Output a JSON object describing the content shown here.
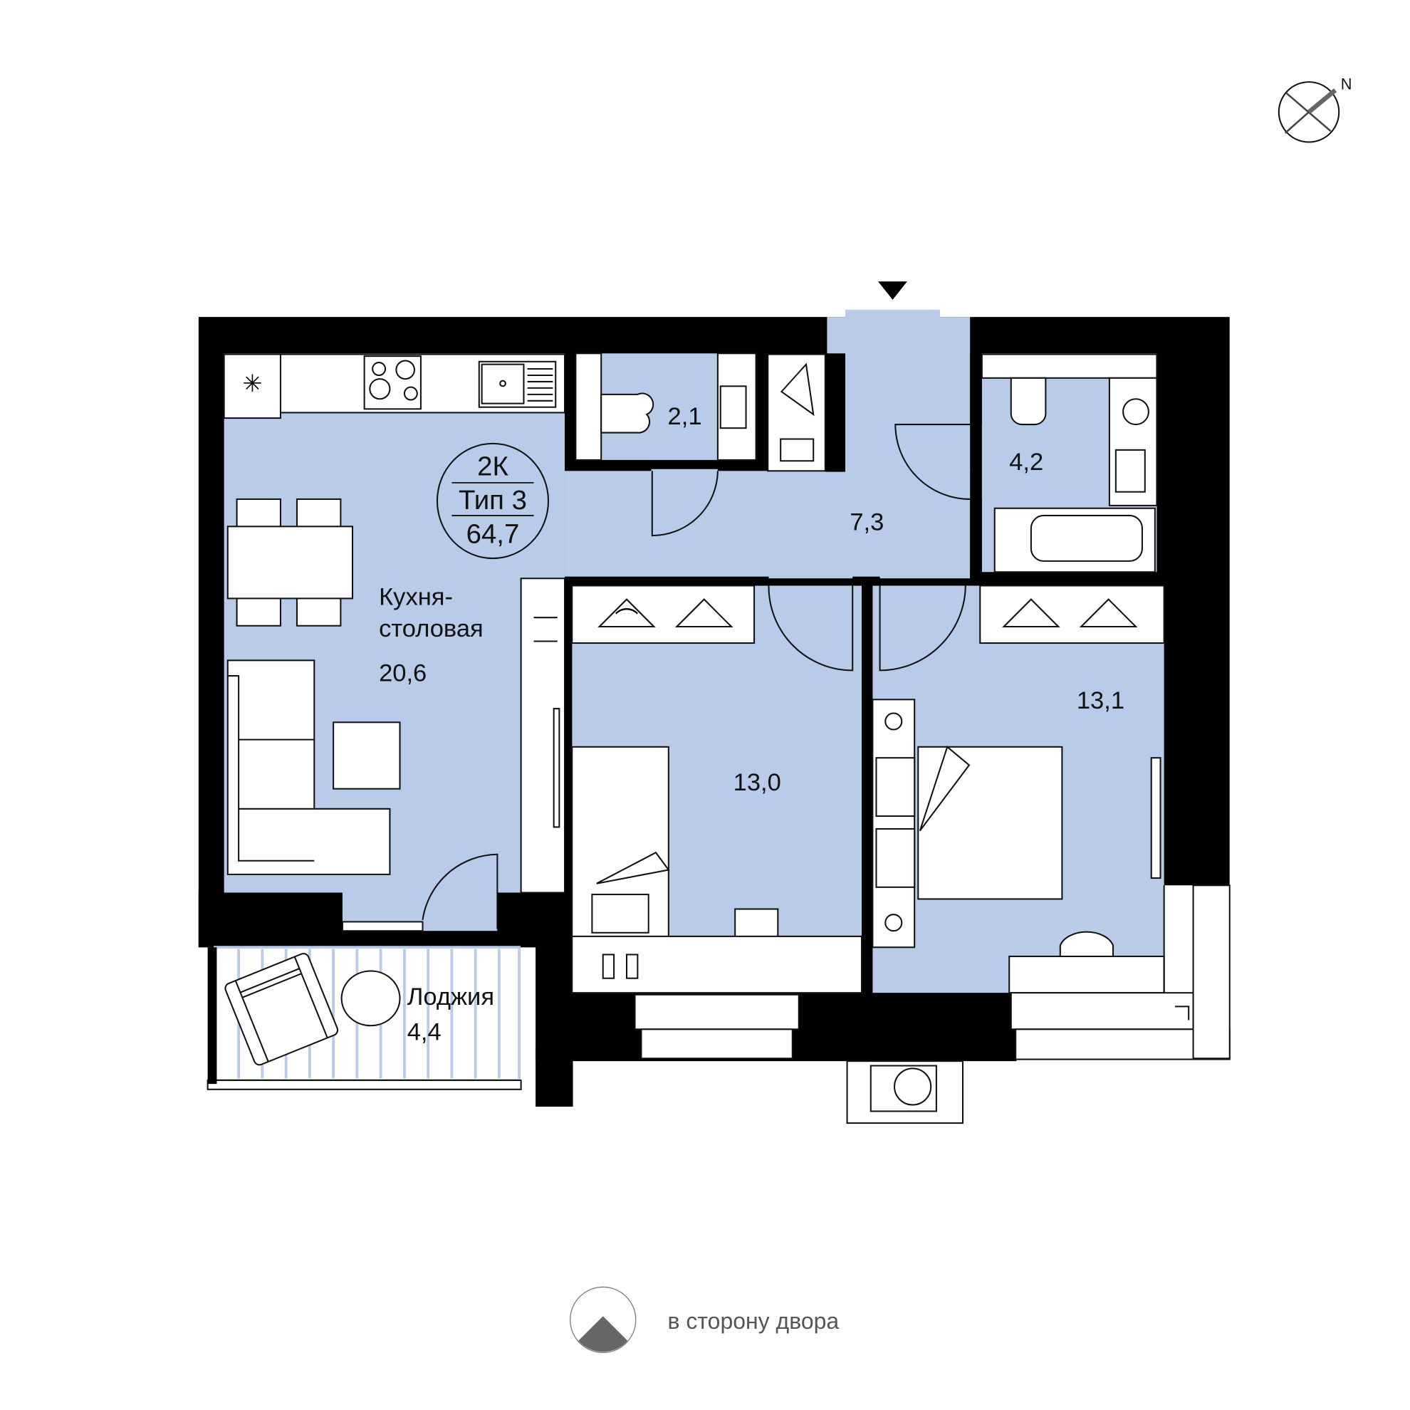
{
  "plan": {
    "badge": {
      "rooms": "2К",
      "type": "Тип 3",
      "total_area": "64,7"
    },
    "rooms": {
      "kitchen": {
        "name_line1": "Кухня-",
        "name_line2": "столовая",
        "area": "20,6"
      },
      "wc": {
        "area": "2,1"
      },
      "hall": {
        "area": "7,3"
      },
      "bathroom": {
        "area": "4,2"
      },
      "bedroom1": {
        "area": "13,0"
      },
      "bedroom2": {
        "area": "13,1"
      },
      "loggia": {
        "name": "Лоджия",
        "area": "4,4"
      }
    }
  },
  "compass": {
    "north_label": "N"
  },
  "orientation": {
    "label": "в сторону двора"
  },
  "colors": {
    "floor": "#b9cbe9",
    "wall": "#000000",
    "orientation_fill": "#666666"
  }
}
